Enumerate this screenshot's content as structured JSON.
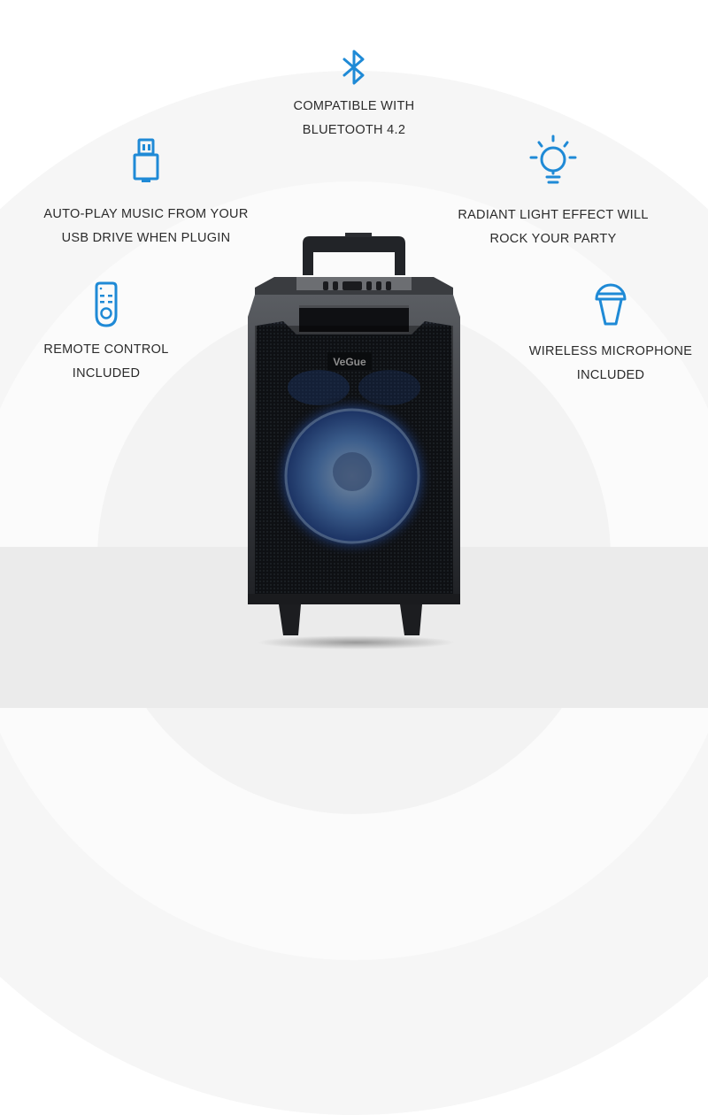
{
  "colors": {
    "icon_blue": "#1f8ad6",
    "text": "#2b2b2b",
    "floor": "#ebebeb"
  },
  "features": [
    {
      "id": "bluetooth",
      "icon": "bluetooth-icon",
      "lines": [
        "COMPATIBLE WITH",
        "BLUETOOTH 4.2"
      ]
    },
    {
      "id": "usb",
      "icon": "usb-drive-icon",
      "lines": [
        "AUTO-PLAY MUSIC FROM YOUR",
        "USB DRIVE WHEN PLUGIN"
      ]
    },
    {
      "id": "light",
      "icon": "light-bulb-icon",
      "lines": [
        "RADIANT LIGHT EFFECT WILL",
        "ROCK YOUR PARTY"
      ]
    },
    {
      "id": "remote",
      "icon": "remote-control-icon",
      "lines": [
        "REMOTE CONTROL",
        "INCLUDED"
      ]
    },
    {
      "id": "mic",
      "icon": "microphone-icon",
      "lines": [
        "WIRELESS MICROPHONE",
        "INCLUDED"
      ]
    }
  ],
  "product": {
    "brand_logo": "VeGue",
    "type": "trolley party speaker"
  }
}
